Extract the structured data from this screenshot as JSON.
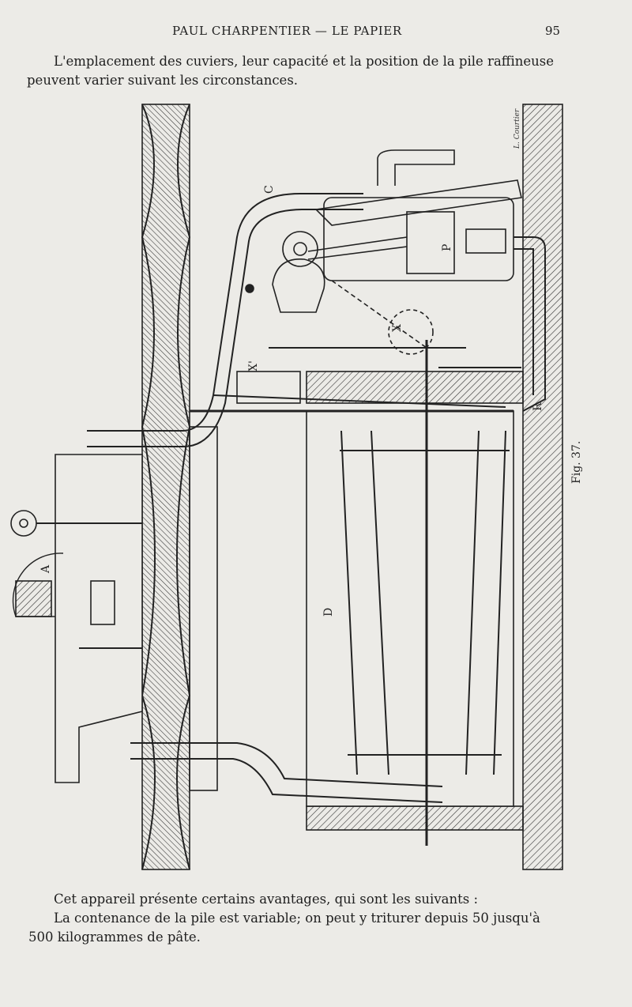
{
  "header": {
    "running_title": "PAUL CHARPENTIER — LE PAPIER",
    "page_number": "95"
  },
  "paragraphs": {
    "intro_line1": "L'emplacement des cuviers, leur capacité et la position de la pile raffineuse",
    "intro_line2": "peuvent varier suivant les circonstances.",
    "advantages": "Cet appareil présente certains avantages, qui sont les suivants :",
    "capacity_line1": "La contenance de la pile est variable; on peut y triturer depuis 50 jusqu'à",
    "capacity_line2": "500 kilogrammes de pâte."
  },
  "figure": {
    "caption": "Fig. 37.",
    "engraver_signature": "L. Courtier",
    "labels": {
      "c": "C",
      "p": "P",
      "x": "X",
      "x_prime": "X'",
      "a": "A",
      "d": "D",
      "r": "R"
    }
  }
}
